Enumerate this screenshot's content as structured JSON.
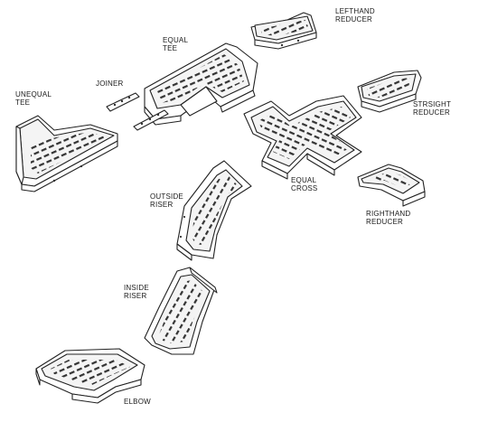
{
  "labels": {
    "lefthand_reducer": [
      "LEFTHAND",
      "REDUCER"
    ],
    "equal_tee": [
      "EQUAL",
      "TEE"
    ],
    "joiner": [
      "JOINER"
    ],
    "unequal_tee": [
      "UNEQUAL",
      "TEE"
    ],
    "stright_reducer": [
      "STRSIGHT",
      "REDUCER"
    ],
    "equal_cross": [
      "EQUAL",
      "CROSS"
    ],
    "outside_riser": [
      "OUTSIDE",
      "RISER"
    ],
    "righthand_reducer": [
      "RIGHTHAND",
      "REDUCER"
    ],
    "inside_riser": [
      "INSIDE",
      "RISER"
    ],
    "elbow": [
      "ELBOW"
    ]
  }
}
